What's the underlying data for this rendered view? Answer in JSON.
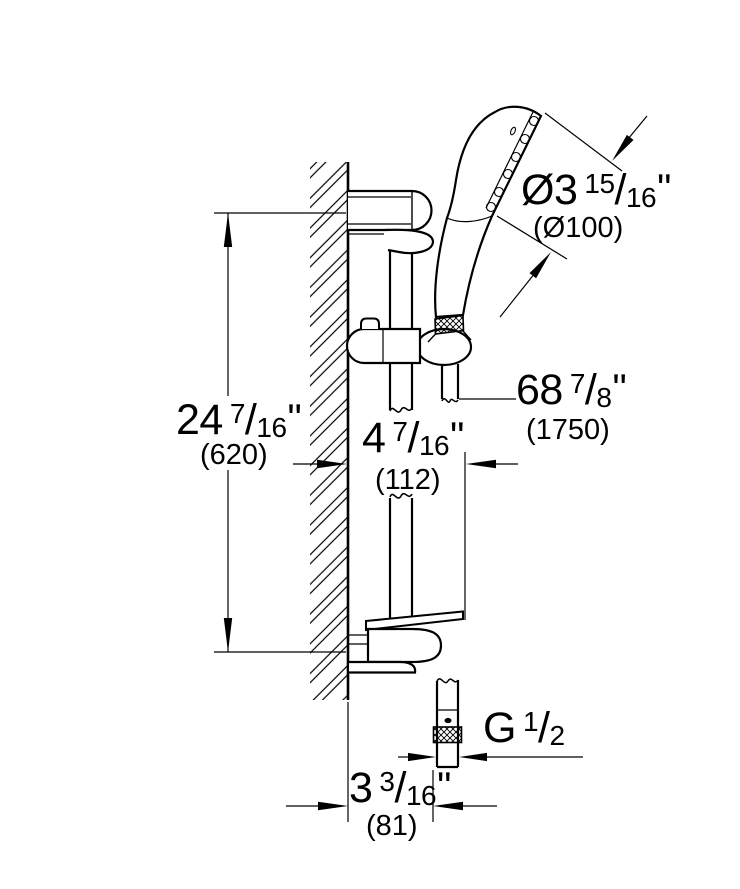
{
  "drawing": {
    "kind": "shower rail set dimensional drawing",
    "background": "#ffffff",
    "line_color": "#000000"
  },
  "symbols": {
    "fraction_slash": "/"
  },
  "dims": {
    "head_diameter": {
      "whole": "Ø3",
      "num": "15",
      "den": "16",
      "inch": "\"",
      "metric": "(Ø100)"
    },
    "hose_length": {
      "whole": "68",
      "num": "7",
      "den": "8",
      "inch": "\"",
      "metric": "(1750)"
    },
    "rail_height": {
      "whole": "24",
      "num": "7",
      "den": "16",
      "inch": "\"",
      "metric": "(620)"
    },
    "wall_distance": {
      "whole": "4",
      "num": "7",
      "den": "16",
      "inch": "\"",
      "metric": "(112)"
    },
    "outlet_offset": {
      "whole": "3",
      "num": "3",
      "den": "16",
      "inch": "\"",
      "metric": "(81)"
    },
    "thread_size": {
      "whole": "G",
      "num": "1",
      "den": "2"
    }
  }
}
